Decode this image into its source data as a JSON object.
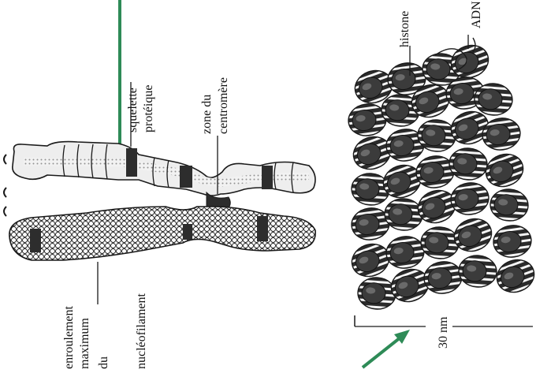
{
  "labels": {
    "histone": "histone",
    "adn": "ADN",
    "squelette_1": "squelette",
    "squelette_2": "protéique",
    "centromere_1": "zone du",
    "centromere_2": "centromère",
    "enroulement_1": "enroulement",
    "enroulement_2": "maximum",
    "enroulement_3": "du",
    "enroulement_4": "nucléofilament",
    "scale": "30 nm"
  },
  "colors": {
    "accent_line": "#2e8b57",
    "ink": "#1a1a1a",
    "chromosome_fill": "#e6e6e6",
    "band_dark": "#3a3a3a"
  }
}
